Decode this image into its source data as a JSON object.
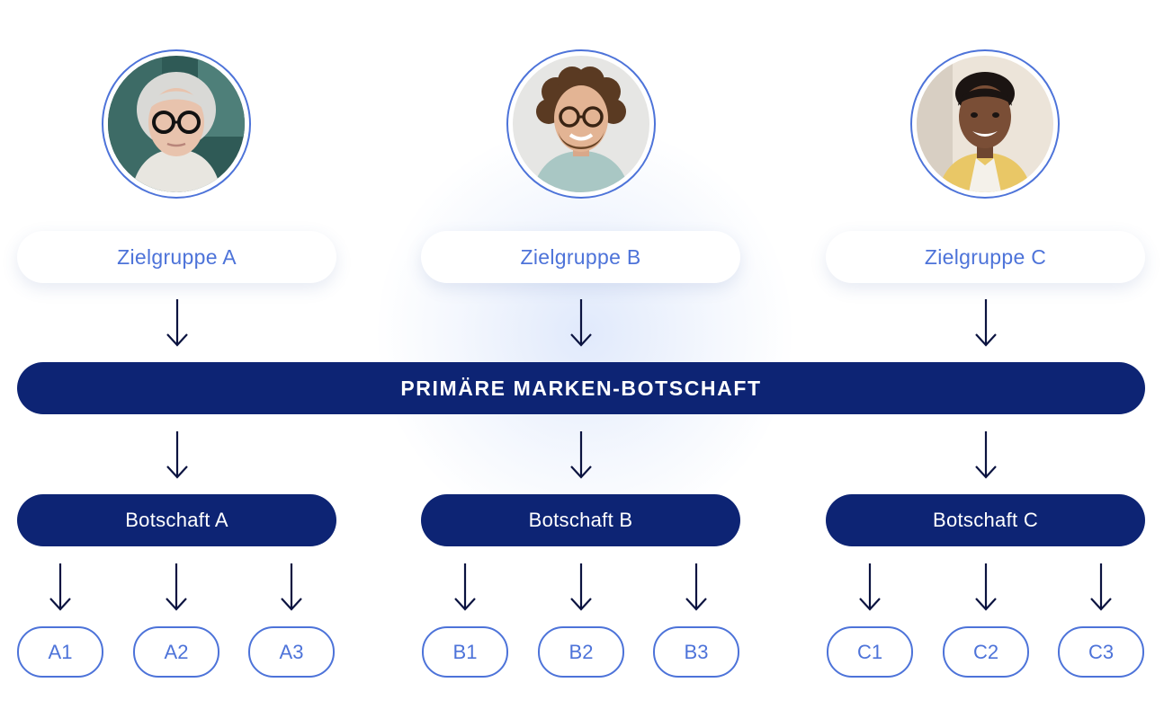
{
  "audiences": [
    {
      "label": "Zielgruppe A",
      "message": "Botschaft A",
      "channels": [
        "A1",
        "A2",
        "A3"
      ]
    },
    {
      "label": "Zielgruppe B",
      "message": "Botschaft B",
      "channels": [
        "B1",
        "B2",
        "B3"
      ]
    },
    {
      "label": "Zielgruppe C",
      "message": "Botschaft C",
      "channels": [
        "C1",
        "C2",
        "C3"
      ]
    }
  ],
  "primary_message": "PRIMÄRE MARKEN-BOTSCHAFT",
  "colors": {
    "navy": "#0d2474",
    "accent_blue": "#4d73d9",
    "arrow": "#0b1340"
  },
  "icons": [
    "person-a-photo-icon",
    "person-b-photo-icon",
    "person-c-photo-icon",
    "arrow-down-icon"
  ]
}
